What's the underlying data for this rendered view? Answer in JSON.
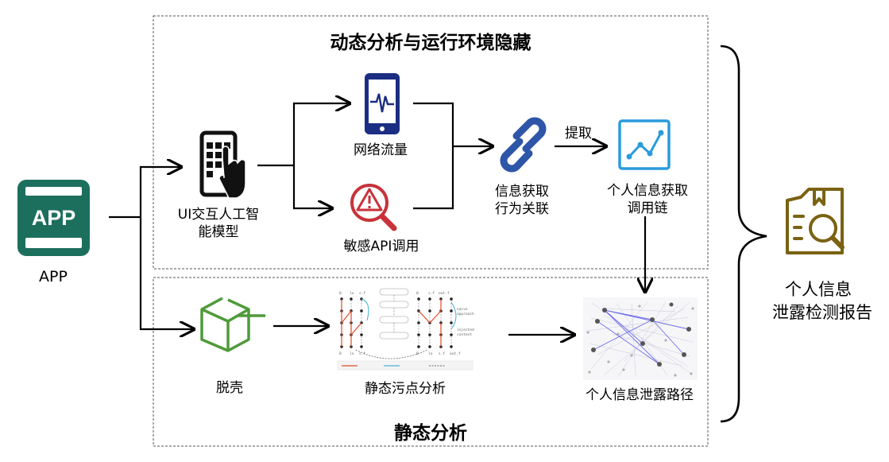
{
  "sections": {
    "dynamic_title": "动态分析与运行环境隐藏",
    "static_title": "静态分析"
  },
  "nodes": {
    "app": "APP",
    "app_icon_text": "APP",
    "ui_model_line1": "UI交互人工智",
    "ui_model_line2": "能模型",
    "network": "网络流量",
    "sensitive_api": "敏感API调用",
    "behavior_line1": "信息获取",
    "behavior_line2": "行为关联",
    "extract": "提取",
    "chain_line1": "个人信息获取",
    "chain_line2": "调用链",
    "unpack": "脱壳",
    "taint": "静态污点分析",
    "leak_path": "个人信息泄露路径",
    "report_line1": "个人信息",
    "report_line2": "泄露检测报告"
  },
  "colors": {
    "app_green": "#1d6f5d",
    "phone_blue": "#1b2e83",
    "alert_red": "#c8323a",
    "link_blue": "#2e56a8",
    "chart_blue": "#2a9bdc",
    "cube_green": "#4f9a3a",
    "report_olive": "#7a6212"
  }
}
